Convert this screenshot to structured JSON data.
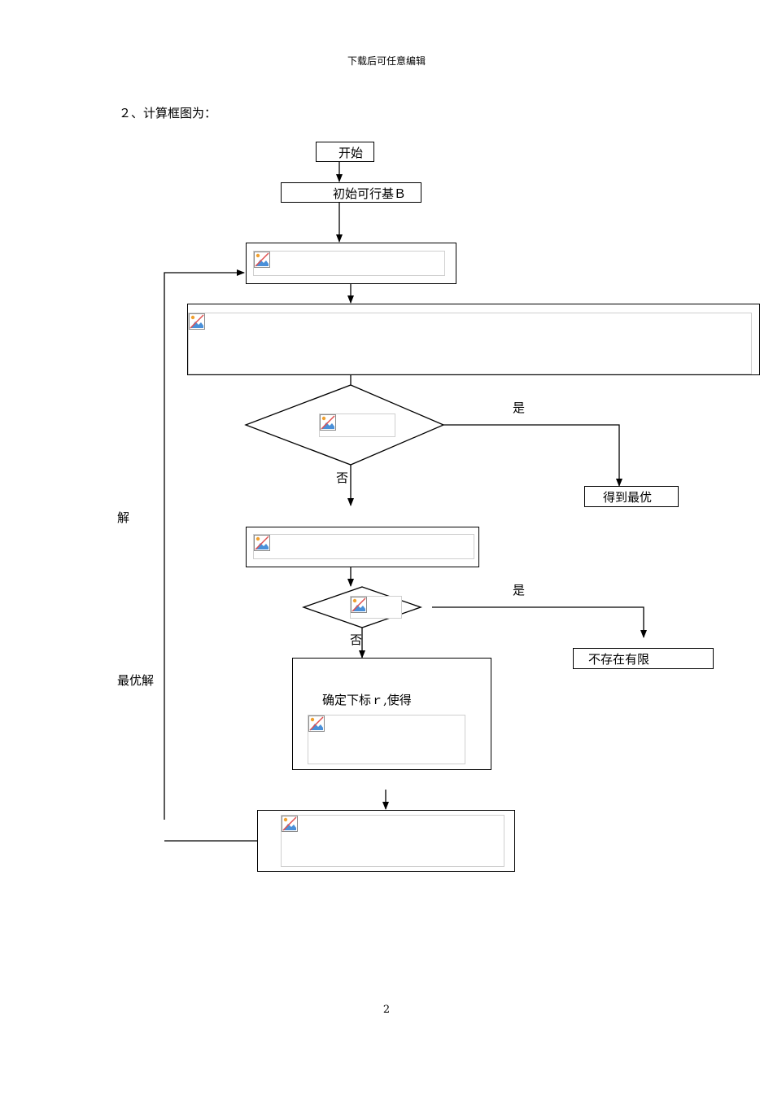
{
  "page": {
    "header": "下载后可任意编辑",
    "heading": "２、计算框图为：",
    "page_number": "2"
  },
  "flowchart": {
    "start": "开始",
    "init": "初始可行基Ｂ",
    "optimal": "得到最优",
    "unbounded": "不存在有限",
    "pivot_text": "确定下标ｒ,使得",
    "yes_label": "是",
    "no_label": "否",
    "loop_label_top": "解",
    "loop_label_bottom": "最优解"
  },
  "icons": {
    "image_placeholder": "broken-image-icon"
  }
}
